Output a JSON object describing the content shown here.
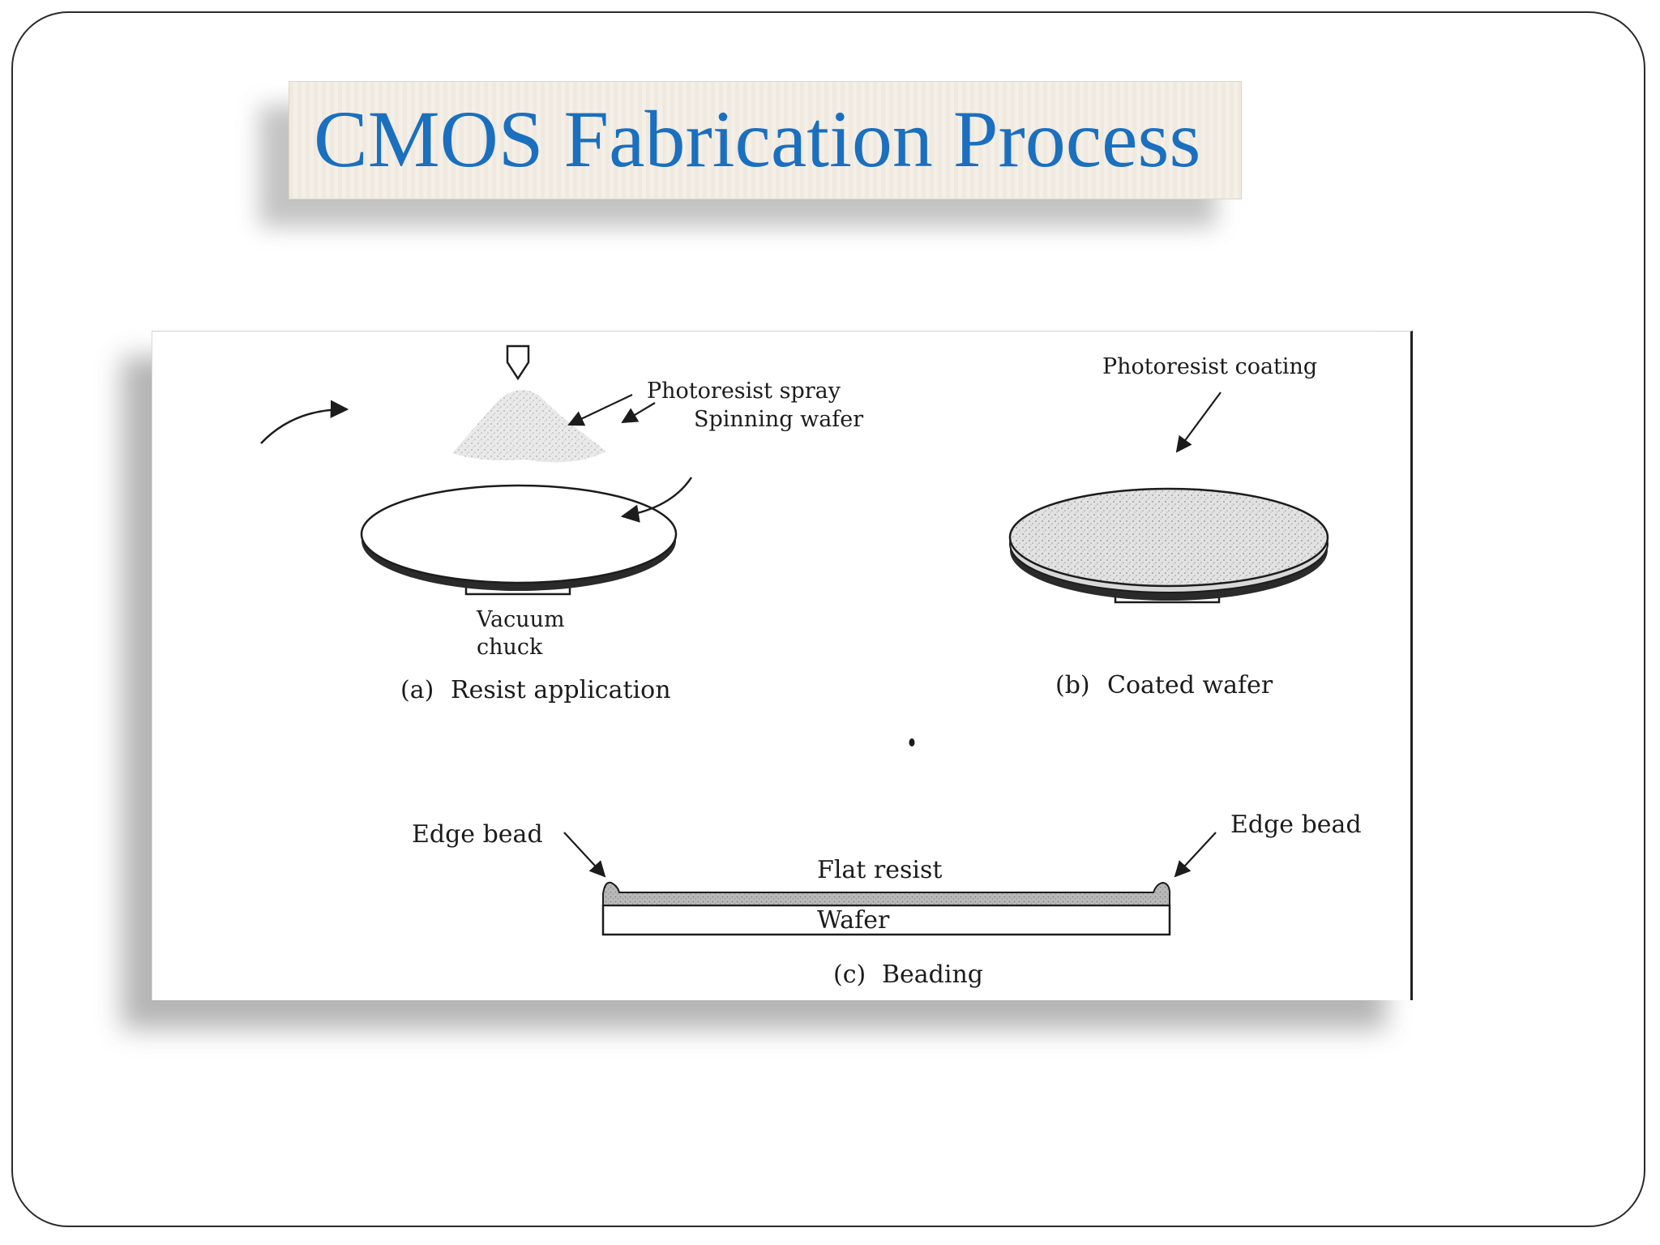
{
  "slide": {
    "title": "CMOS Fabrication Process"
  },
  "figure": {
    "panel_a": {
      "spray_label": "Photoresist spray",
      "wafer_label": "Spinning wafer",
      "chuck_label_line1": "Vacuum",
      "chuck_label_line2": "chuck",
      "caption_tag": "(a)",
      "caption": "Resist application"
    },
    "panel_b": {
      "coating_label": "Photoresist coating",
      "caption_tag": "(b)",
      "caption": "Coated wafer"
    },
    "panel_c": {
      "edge_bead_left": "Edge bead",
      "edge_bead_right": "Edge bead",
      "flat_resist_label": "Flat resist",
      "wafer_label": "Wafer",
      "caption_tag": "(c)",
      "caption": "Beading"
    }
  }
}
